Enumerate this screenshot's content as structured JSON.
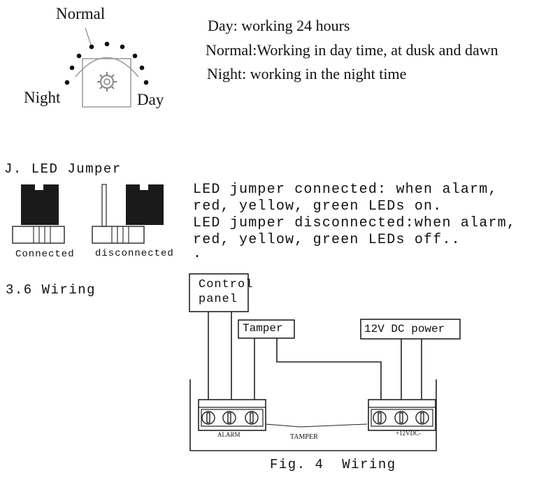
{
  "mode_dial": {
    "labels": {
      "normal": "Normal",
      "night": "Night",
      "day": "Day"
    }
  },
  "mode_descriptions": [
    "Day: working 24 hours",
    "Normal:Working in day time, at dusk and dawn",
    "Night: working in the night time"
  ],
  "led_jumper": {
    "heading": "J. LED Jumper",
    "connected_label": "Connected",
    "disconnected_label": "disconnected",
    "description_lines": [
      "LED jumper connected: when alarm,",
      "red, yellow, green LEDs on.",
      "LED jumper disconnected:when alarm,",
      "red, yellow, green LEDs off..",
      "."
    ]
  },
  "wiring": {
    "heading": "3.6 Wiring",
    "control_panel_label_1": "Control",
    "control_panel_label_2": "panel",
    "tamper_label": "Tamper",
    "power_label": "12V DC power",
    "alarm_terminal_label": "ALARM",
    "tamper_line_label": "TAMPER",
    "power_terminal_label": "+12VDC-",
    "caption": "Fig. 4  Wiring"
  }
}
